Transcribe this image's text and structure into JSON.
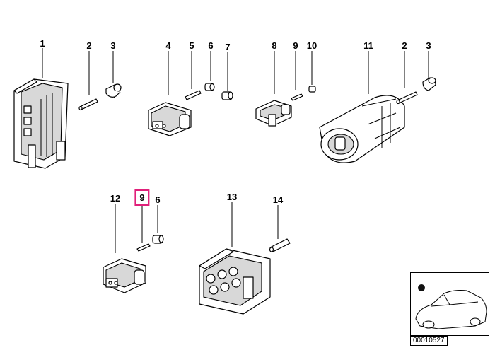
{
  "labels": [
    {
      "id": "c1",
      "text": "1"
    },
    {
      "id": "c2a",
      "text": "2"
    },
    {
      "id": "c3a",
      "text": "3"
    },
    {
      "id": "c4",
      "text": "4"
    },
    {
      "id": "c5",
      "text": "5"
    },
    {
      "id": "c6a",
      "text": "6"
    },
    {
      "id": "c7",
      "text": "7"
    },
    {
      "id": "c8",
      "text": "8"
    },
    {
      "id": "c9a",
      "text": "9"
    },
    {
      "id": "c10",
      "text": "10"
    },
    {
      "id": "c11",
      "text": "11"
    },
    {
      "id": "c2b",
      "text": "2"
    },
    {
      "id": "c3b",
      "text": "3"
    },
    {
      "id": "c12",
      "text": "12"
    },
    {
      "id": "c9b",
      "text": "9"
    },
    {
      "id": "c6b",
      "text": "6"
    },
    {
      "id": "c13",
      "text": "13"
    },
    {
      "id": "c14",
      "text": "14"
    }
  ],
  "highlighted_label": "c9b",
  "highlight_color": "#e0207a",
  "reference_number": "00010527",
  "icons": {
    "thumbnail": "car-thumbnail-icon",
    "marker": "location-dot-icon"
  }
}
